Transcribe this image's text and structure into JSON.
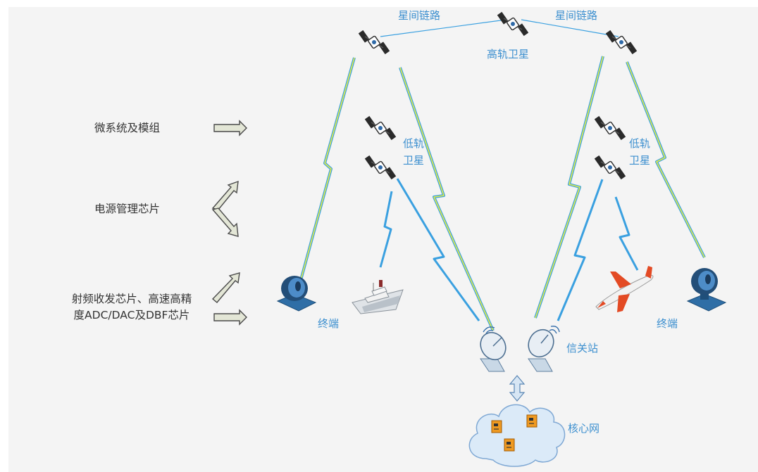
{
  "labels": {
    "isl_left": "星间链路",
    "isl_right": "星间链路",
    "geo_satellite": "高轨卫星",
    "leo_left": "低轨\n卫星",
    "leo_right": "低轨\n卫星",
    "terminal_left": "终端",
    "terminal_right": "终端",
    "gateway": "信关站",
    "core_network": "核心网"
  },
  "chips": {
    "micro_system": "微系统及模组",
    "power_chip": "电源管理芯片",
    "rf_chip": "射频收发芯片、高速高精\n度ADC/DAC及DBF芯片"
  },
  "colors": {
    "beam_blue": "#3aa0e0",
    "beam_yellow": "#e6ec46",
    "label_blue": "#3c8fcf",
    "label_dark": "#333333",
    "arrow_fill": "#e3e6d6",
    "arrow_stroke": "#4a4a4a",
    "cloud_fill": "#dbeaf8"
  },
  "icons": [
    "satellite-icon",
    "terminal-dish-icon",
    "ship-icon",
    "airplane-icon",
    "gateway-dish-icon",
    "cloud-icon",
    "server-icon",
    "double-arrow-icon",
    "chip-arrow-icon"
  ]
}
